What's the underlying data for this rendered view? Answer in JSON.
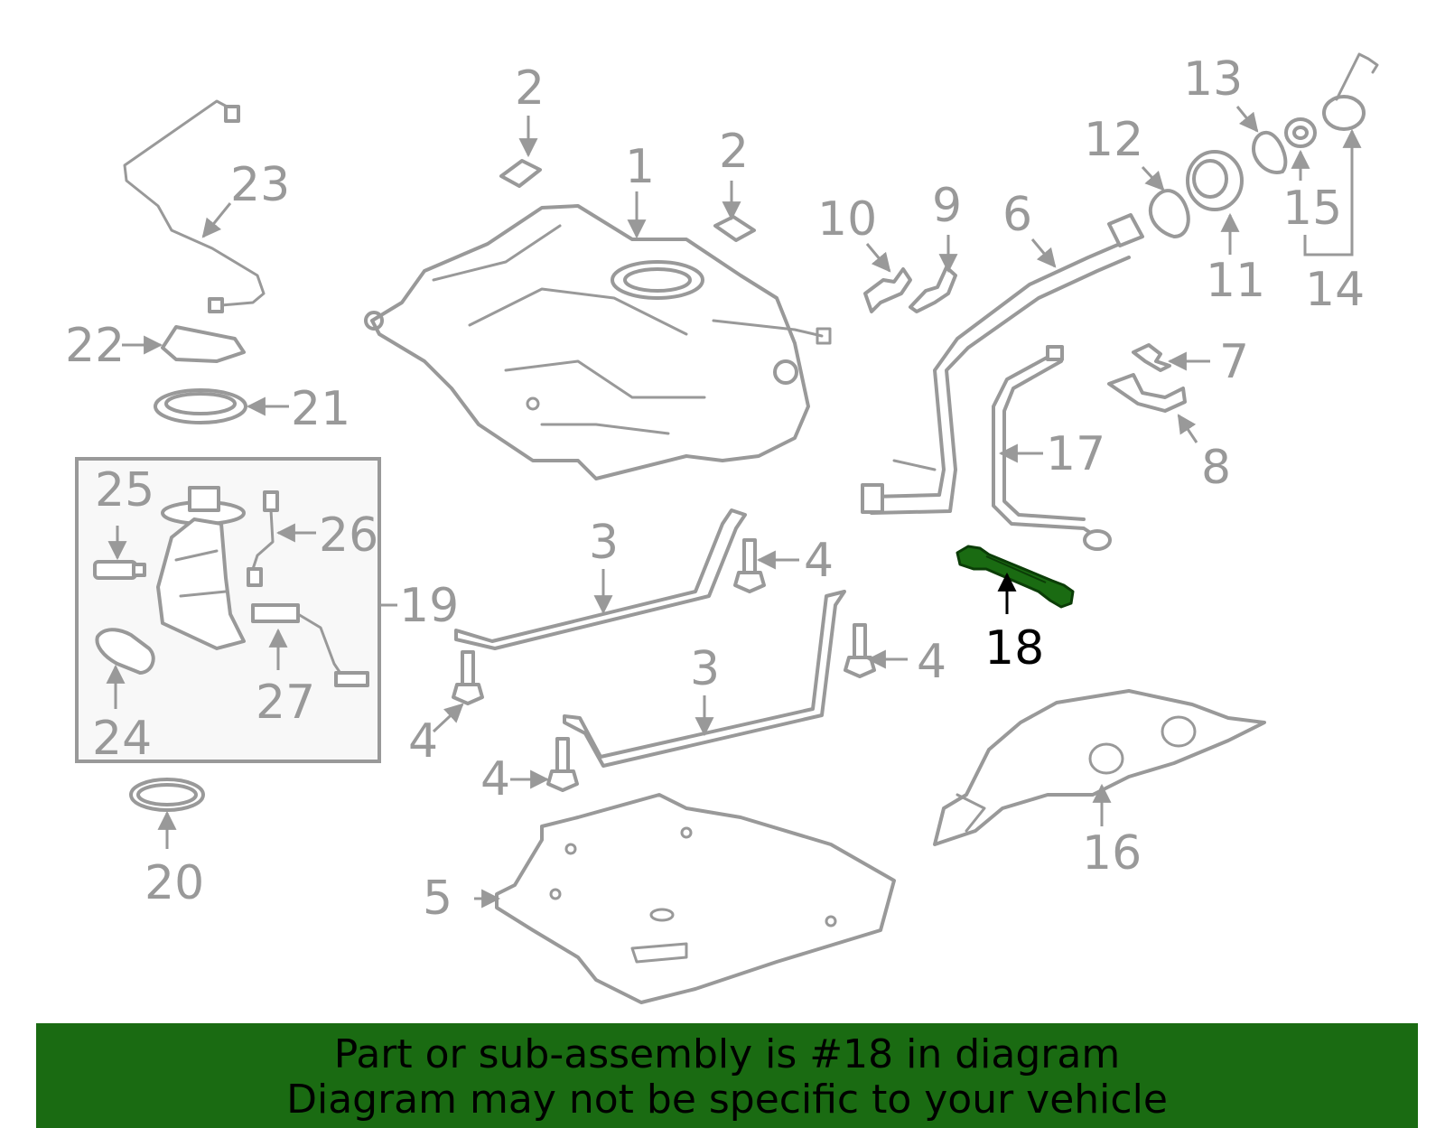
{
  "banner": {
    "line1": "Part or sub-assembly is #18 in diagram",
    "line2": "Diagram may not be specific to your vehicle"
  },
  "colors": {
    "part_stroke": "#999999",
    "highlight_part": "#1a6b12",
    "banner_bg": "#1a6b12",
    "highlight_label": "#000000"
  },
  "highlighted_part": "18",
  "callouts": {
    "c1": "1",
    "c2a": "2",
    "c2b": "2",
    "c3a": "3",
    "c3b": "3",
    "c4a": "4",
    "c4b": "4",
    "c4c": "4",
    "c4d": "4",
    "c5": "5",
    "c6": "6",
    "c7": "7",
    "c8": "8",
    "c9": "9",
    "c10": "10",
    "c11": "11",
    "c12": "12",
    "c13": "13",
    "c14": "14",
    "c15": "15",
    "c16": "16",
    "c17": "17",
    "c18": "18",
    "c19": "19",
    "c20": "20",
    "c21": "21",
    "c22": "22",
    "c23": "23",
    "c24": "24",
    "c25": "25",
    "c26": "26",
    "c27": "27"
  }
}
